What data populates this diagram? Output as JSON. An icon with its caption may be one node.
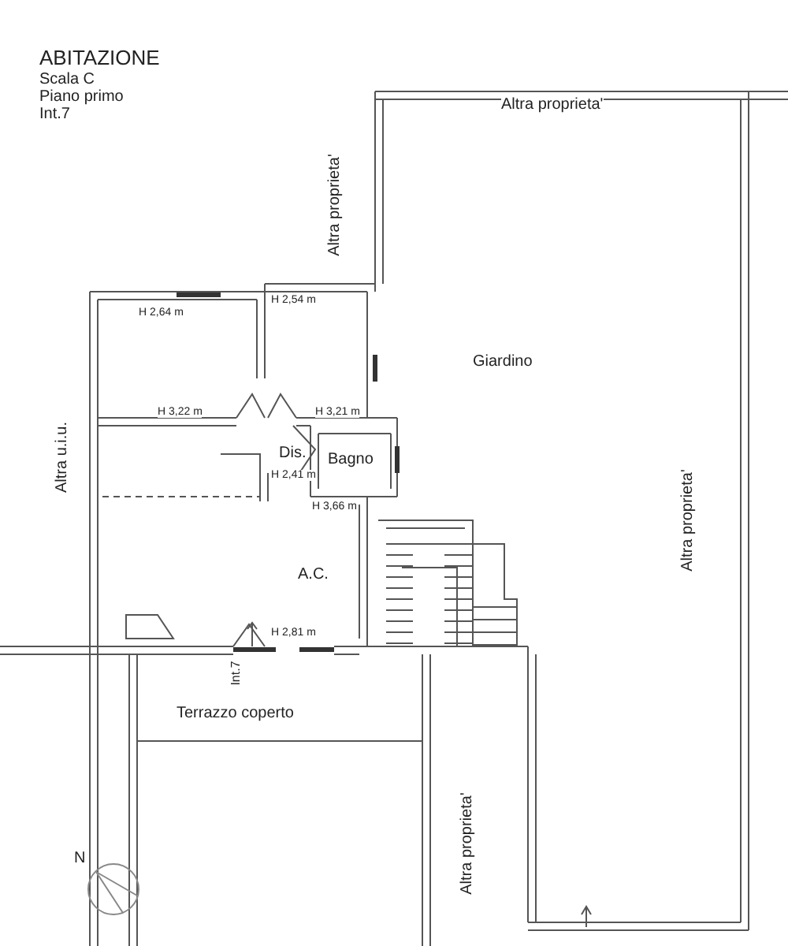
{
  "diagram": {
    "labels": [
      "ABITAZIONE",
      "Scala C",
      "Piano primo",
      "Int.7",
      "Altra proprieta'",
      "Altra proprieta'",
      "H 2,64 m",
      "H 2,54 m",
      "Giardino",
      "H 3,22 m",
      "H 3,21 m",
      "Dis.",
      "Bagno",
      "Altra u.i.u.",
      "H 2,41 m",
      "H 3,66 m",
      "Altra proprieta'",
      "A.C.",
      "H 2,81 m",
      "Int.7",
      "Terrazzo coperto",
      "Altra proprieta'",
      "N"
    ]
  }
}
